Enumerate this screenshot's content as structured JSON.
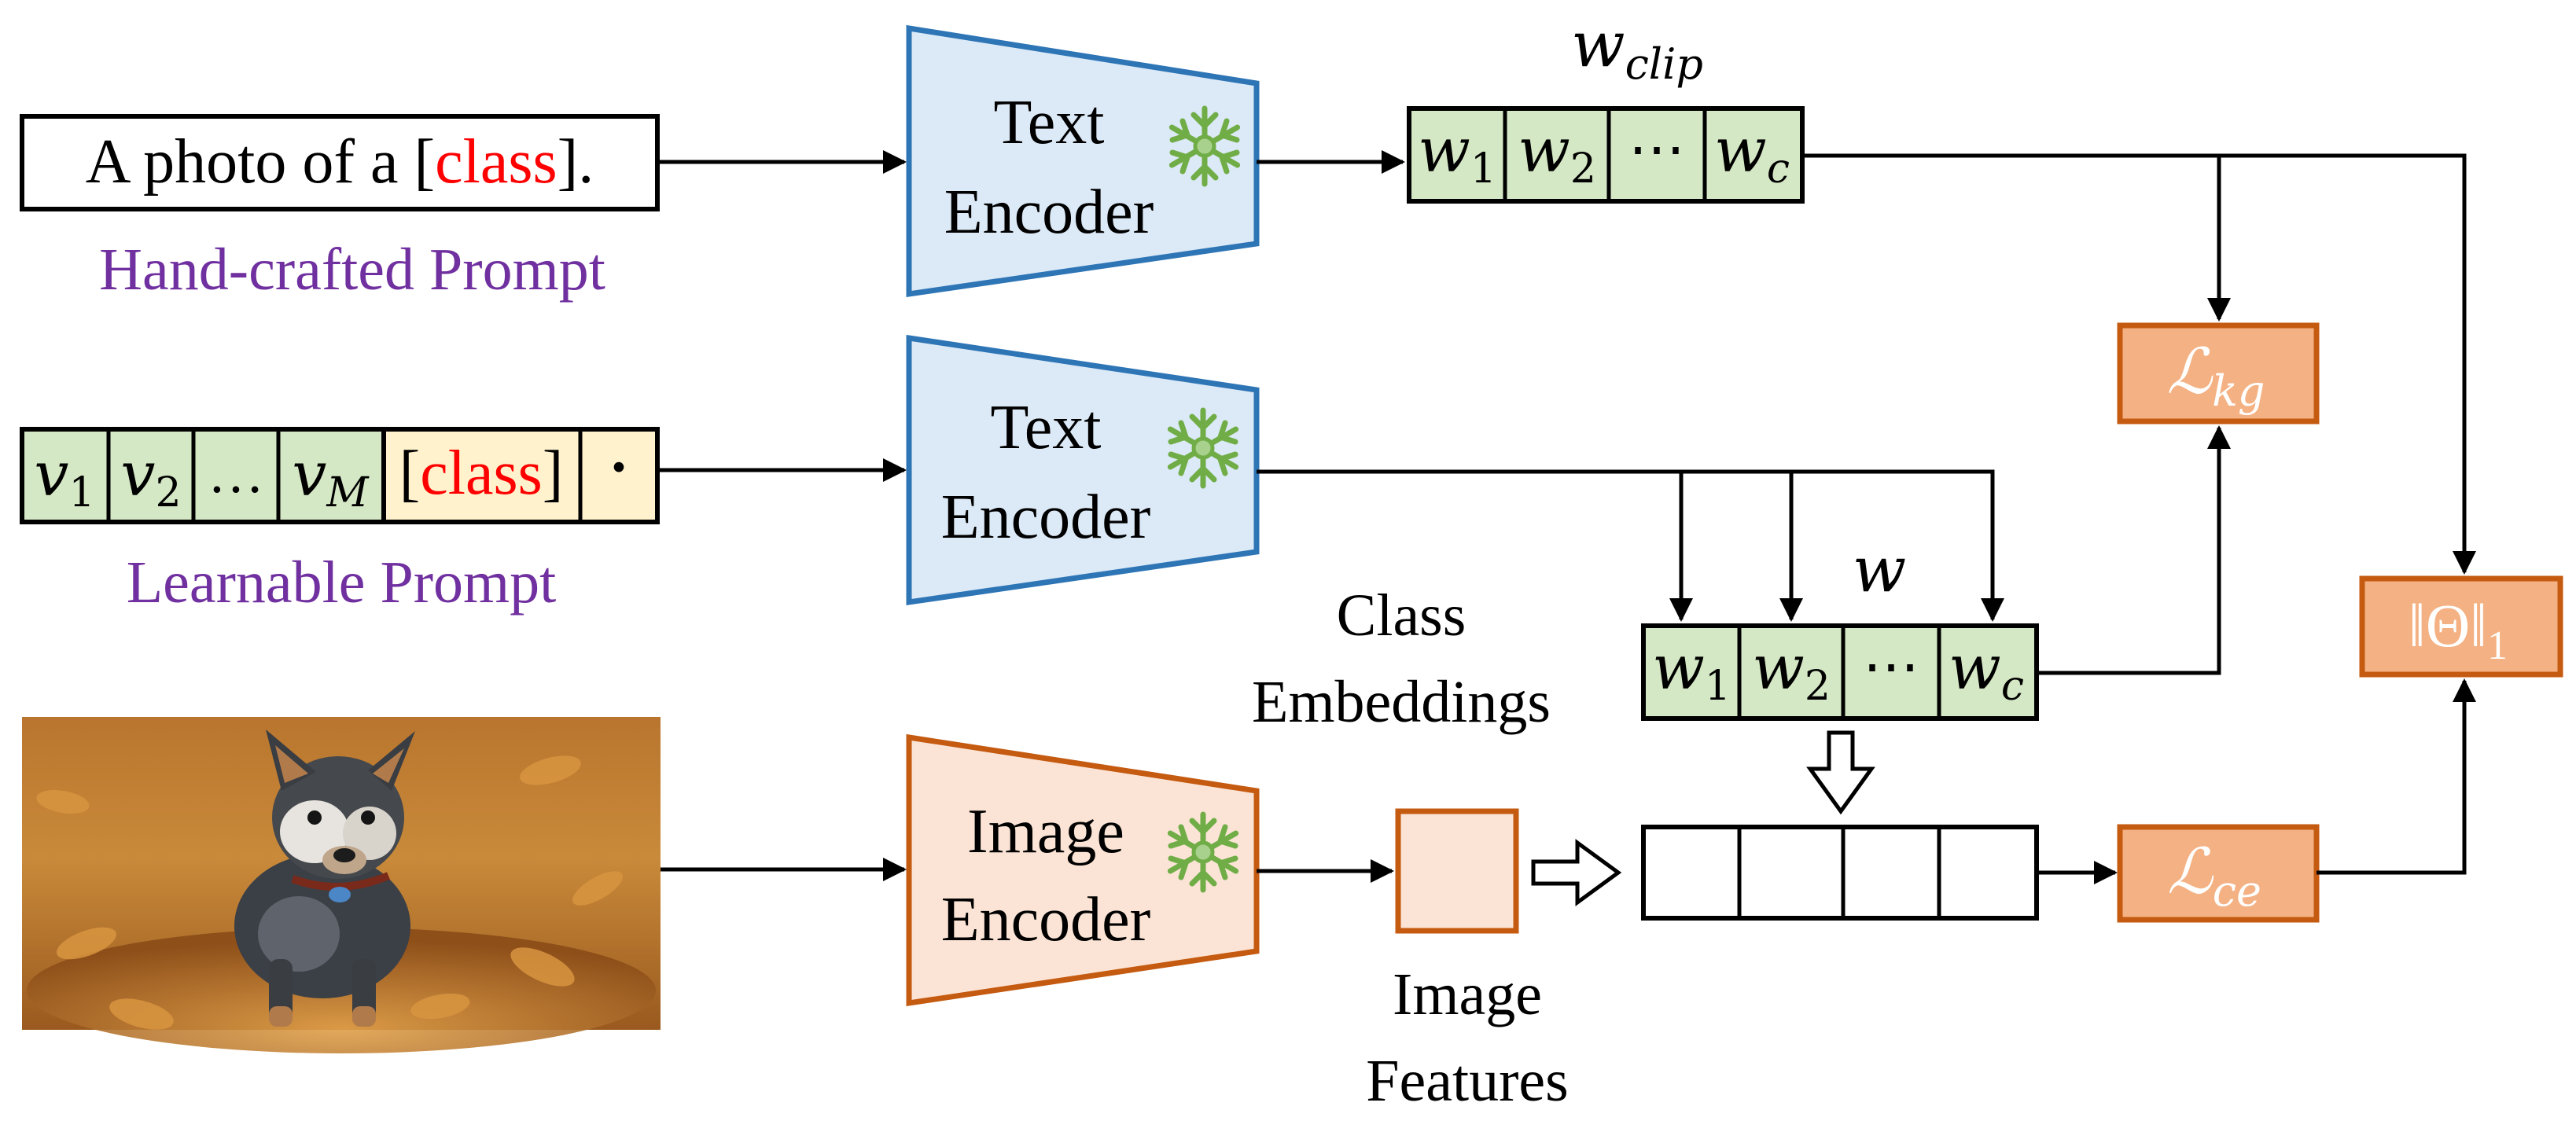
{
  "colors": {
    "purple": "#7030a0",
    "red": "#ff0000",
    "line": "#000000",
    "green_cell": "#d5e8c5",
    "cream_cell": "#fff2cc",
    "blue_encoder_fill": "#dce9f6",
    "blue_encoder_stroke": "#2e75b6",
    "orange_encoder_fill": "#fbe4d5",
    "orange_encoder_stroke": "#c55a11",
    "loss_fill": "#f4b183",
    "loss_stroke": "#c55a11",
    "snowflake": "#70ad47"
  },
  "hand_prompt": {
    "text_before": "A photo of a [",
    "class_word": "class",
    "text_after": "].",
    "caption": "Hand-crafted Prompt"
  },
  "learnable_prompt": {
    "caption": "Learnable Prompt",
    "cells": [
      {
        "base": "v",
        "sub": "1"
      },
      {
        "base": "v",
        "sub": "2"
      },
      {
        "base": "…",
        "sub": ""
      },
      {
        "base": "v",
        "sub": "M"
      }
    ],
    "class_open": "[",
    "class_word": "class",
    "class_close": "]",
    "period": "·"
  },
  "encoders": {
    "text_top": {
      "line1": "Text",
      "line2": "Encoder",
      "icon": "snowflake-icon"
    },
    "text_mid": {
      "line1": "Text",
      "line2": "Encoder",
      "icon": "snowflake-icon"
    },
    "image": {
      "line1": "Image",
      "line2": "Encoder",
      "icon": "snowflake-icon"
    }
  },
  "clip_weights": {
    "label_base": "w",
    "label_sub": "clip",
    "cells": [
      {
        "base": "w",
        "sub": "1"
      },
      {
        "base": "w",
        "sub": "2"
      },
      {
        "base": "⋯",
        "sub": ""
      },
      {
        "base": "w",
        "sub": "c"
      }
    ]
  },
  "class_embeddings": {
    "label": "w",
    "caption_line1": "Class",
    "caption_line2": "Embeddings",
    "cells": [
      {
        "base": "w",
        "sub": "1"
      },
      {
        "base": "w",
        "sub": "2"
      },
      {
        "base": "⋯",
        "sub": ""
      },
      {
        "base": "w",
        "sub": "c"
      }
    ]
  },
  "image_features": {
    "caption_line1": "Image",
    "caption_line2": "Features"
  },
  "losses": {
    "kg": {
      "symbol": "ℒ",
      "sub": "kg"
    },
    "ce": {
      "symbol": "ℒ",
      "sub": "ce"
    },
    "l1": {
      "text": "‖Θ‖",
      "sub": "1"
    }
  }
}
